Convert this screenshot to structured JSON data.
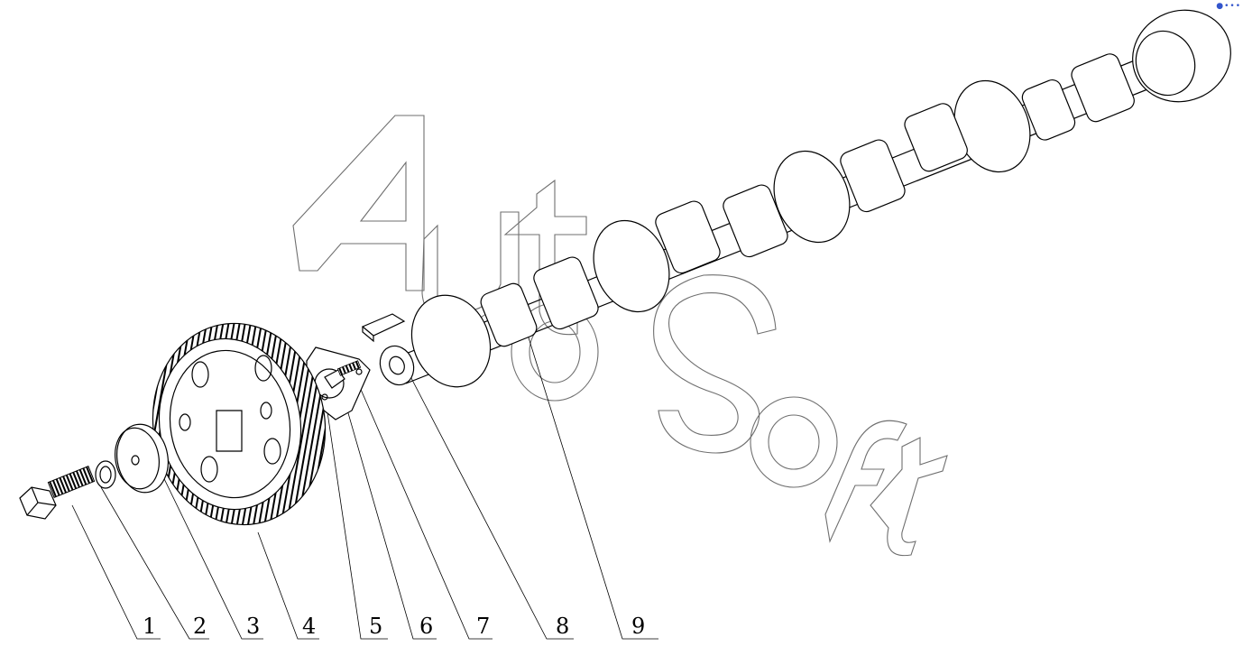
{
  "diagram": {
    "type": "exploded-parts-view",
    "watermark": "AutoSoft",
    "callouts": [
      "1",
      "2",
      "3",
      "4",
      "5",
      "6",
      "7",
      "8",
      "9"
    ],
    "corner_icon": "menu-dots-icon",
    "colors": {
      "lines": "#000000",
      "watermark": "#6f6f6f",
      "corner": "#3355cc"
    }
  }
}
